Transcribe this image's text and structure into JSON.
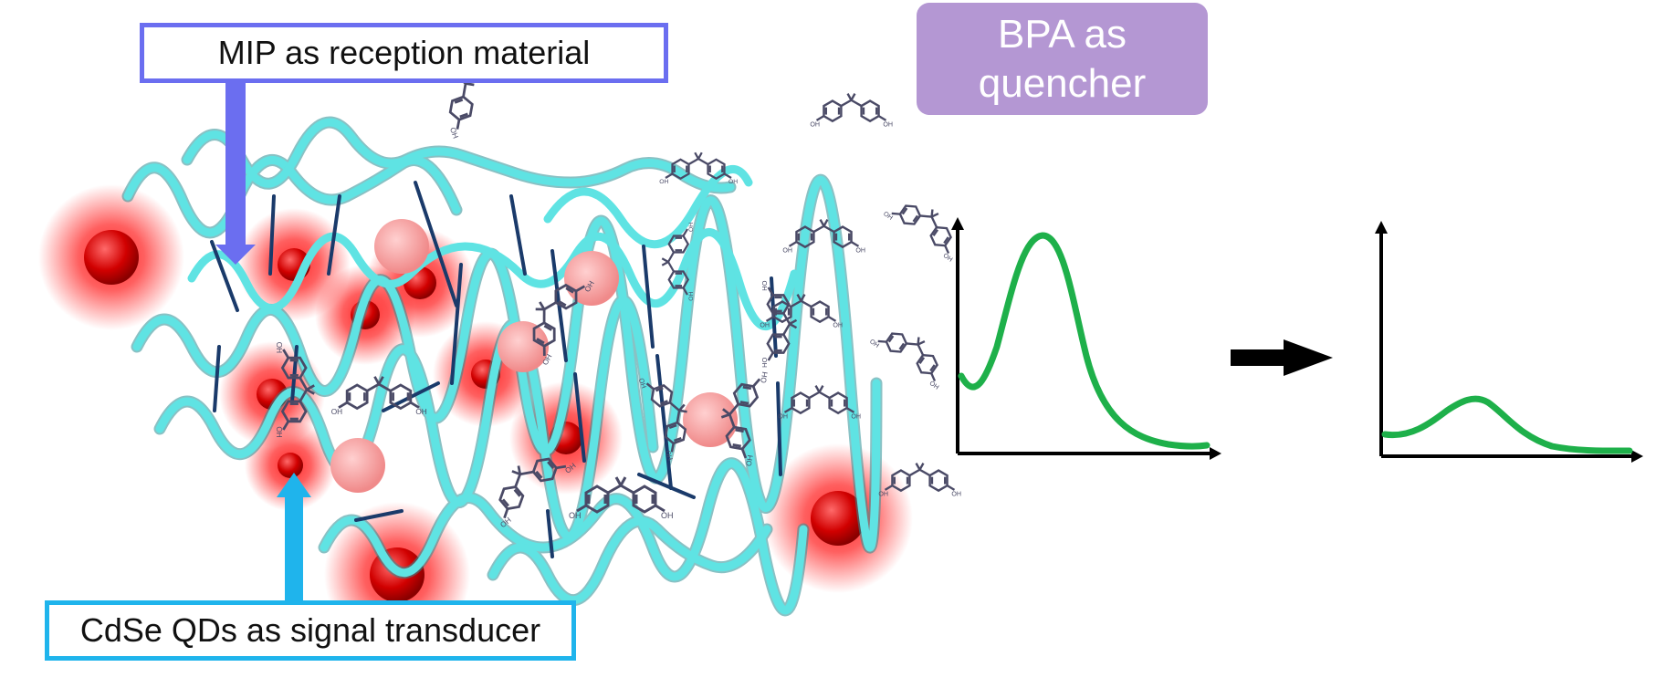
{
  "labels": {
    "mip": "MIP as reception material",
    "qd": "CdSe QDs as signal transducer",
    "bpa_line1": "BPA as",
    "bpa_line2": "quencher",
    "oh": "OH"
  },
  "colors": {
    "mip_border": "#6b6ef0",
    "qd_border": "#1fb4ec",
    "bpa_fill": "#b497d3",
    "polymer_strand": "#5fe3e3",
    "crosslink": "#1a3a6a",
    "quantum_dot": "#d40000",
    "cavity": "#f6a0a0",
    "bpa_molecule": "#4a4a66",
    "spectrum_curve": "#1eb04a",
    "axes": "#000000"
  },
  "icons": {
    "molecule": "bisphenol-a-structure",
    "arrow": "right-arrow"
  }
}
